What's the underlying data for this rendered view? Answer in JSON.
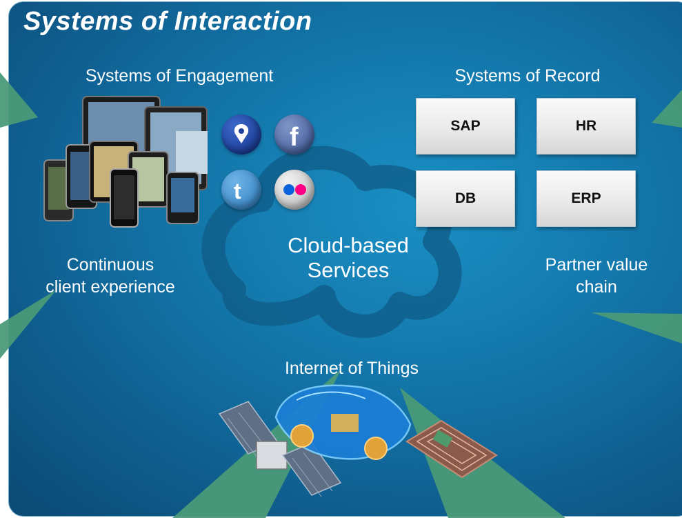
{
  "title": "Systems of Interaction",
  "engagement": {
    "heading": "Systems of Engagement",
    "description_line1": "Continuous",
    "description_line2": "client experience"
  },
  "record": {
    "heading": "Systems of Record",
    "boxes": [
      "SAP",
      "HR",
      "DB",
      "ERP"
    ],
    "description_line1": "Partner value",
    "description_line2": "chain"
  },
  "cloud": {
    "line1": "Cloud-based",
    "line2": "Services"
  },
  "iot": {
    "heading": "Internet of Things"
  },
  "social_icons": [
    "map-pin-icon",
    "facebook-icon",
    "twitter-icon",
    "flickr-icon"
  ],
  "colors": {
    "background": "#1479ad",
    "beam": "#4a9a78",
    "cloud_outline": "#0f5b86",
    "box_text": "#111111"
  }
}
